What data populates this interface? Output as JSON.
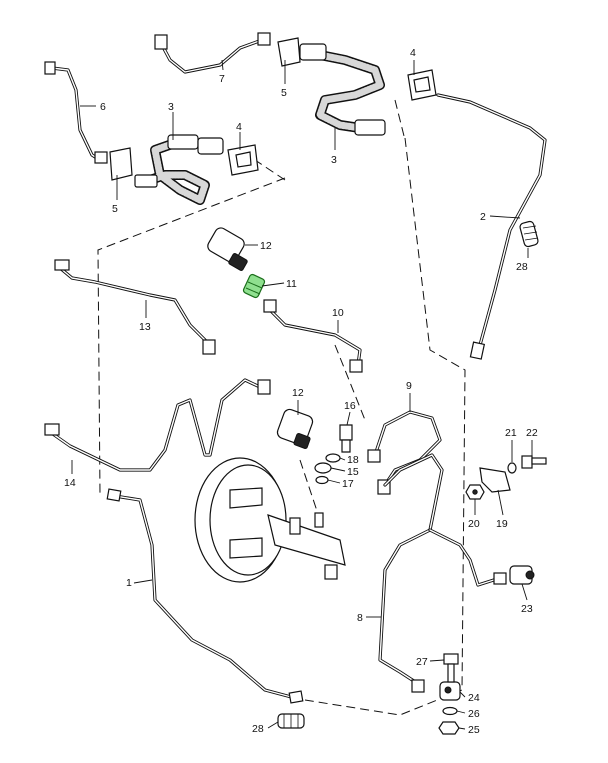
{
  "labels": {
    "p1": "1",
    "p2": "2",
    "p3a": "3",
    "p3b": "3",
    "p4a": "4",
    "p4b": "4",
    "p5a": "5",
    "p5b": "5",
    "p6": "6",
    "p7": "7",
    "p8": "8",
    "p9": "9",
    "p10": "10",
    "p11": "11",
    "p12a": "12",
    "p12b": "12",
    "p13": "13",
    "p14": "14",
    "p15": "15",
    "p16": "16",
    "p17": "17",
    "p18": "18",
    "p19": "19",
    "p20": "20",
    "p21": "21",
    "p22": "22",
    "p23": "23",
    "p24": "24",
    "p25": "25",
    "p26": "26",
    "p27": "27",
    "p28a": "28",
    "p28b": "28"
  },
  "highlight_color": "#8fe08f",
  "highlighted_part": "11"
}
